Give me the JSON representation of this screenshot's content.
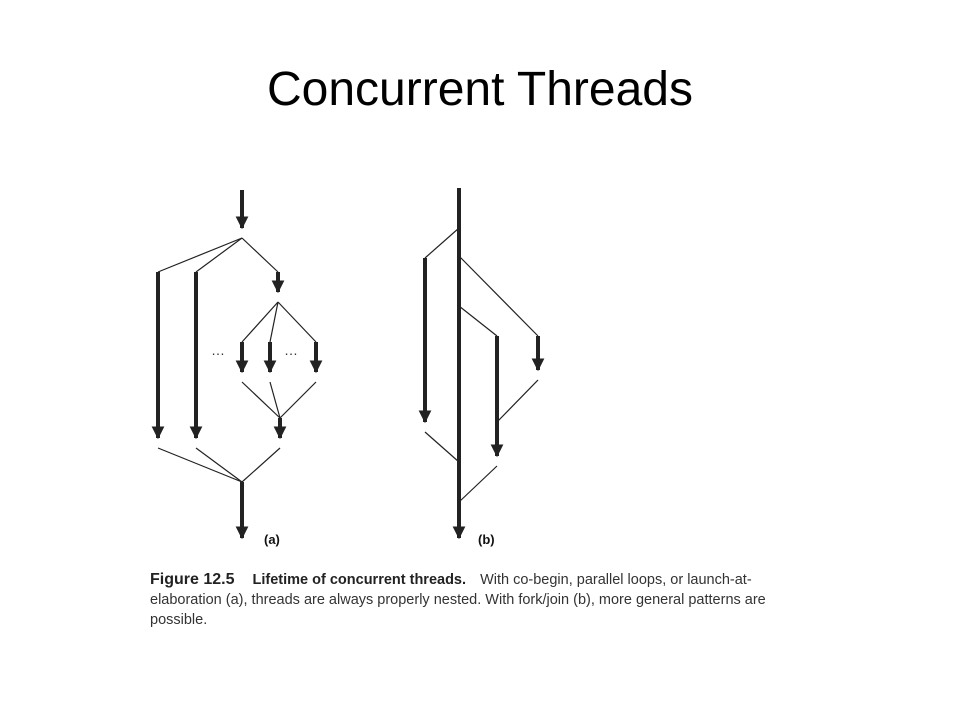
{
  "slide": {
    "title": "Concurrent Threads"
  },
  "figure": {
    "panel_a_label": "(a)",
    "panel_b_label": "(b)",
    "ellipsis": "…",
    "caption": {
      "number": "Figure 12.5",
      "heading": "Lifetime of concurrent threads.",
      "body": "With co-begin, parallel loops, or launch-at-elaboration (a), threads are always properly nested. With fork/join (b), more general patterns are possible."
    }
  },
  "colors": {
    "stroke": "#222222",
    "text": "#333333",
    "background": "#ffffff"
  }
}
